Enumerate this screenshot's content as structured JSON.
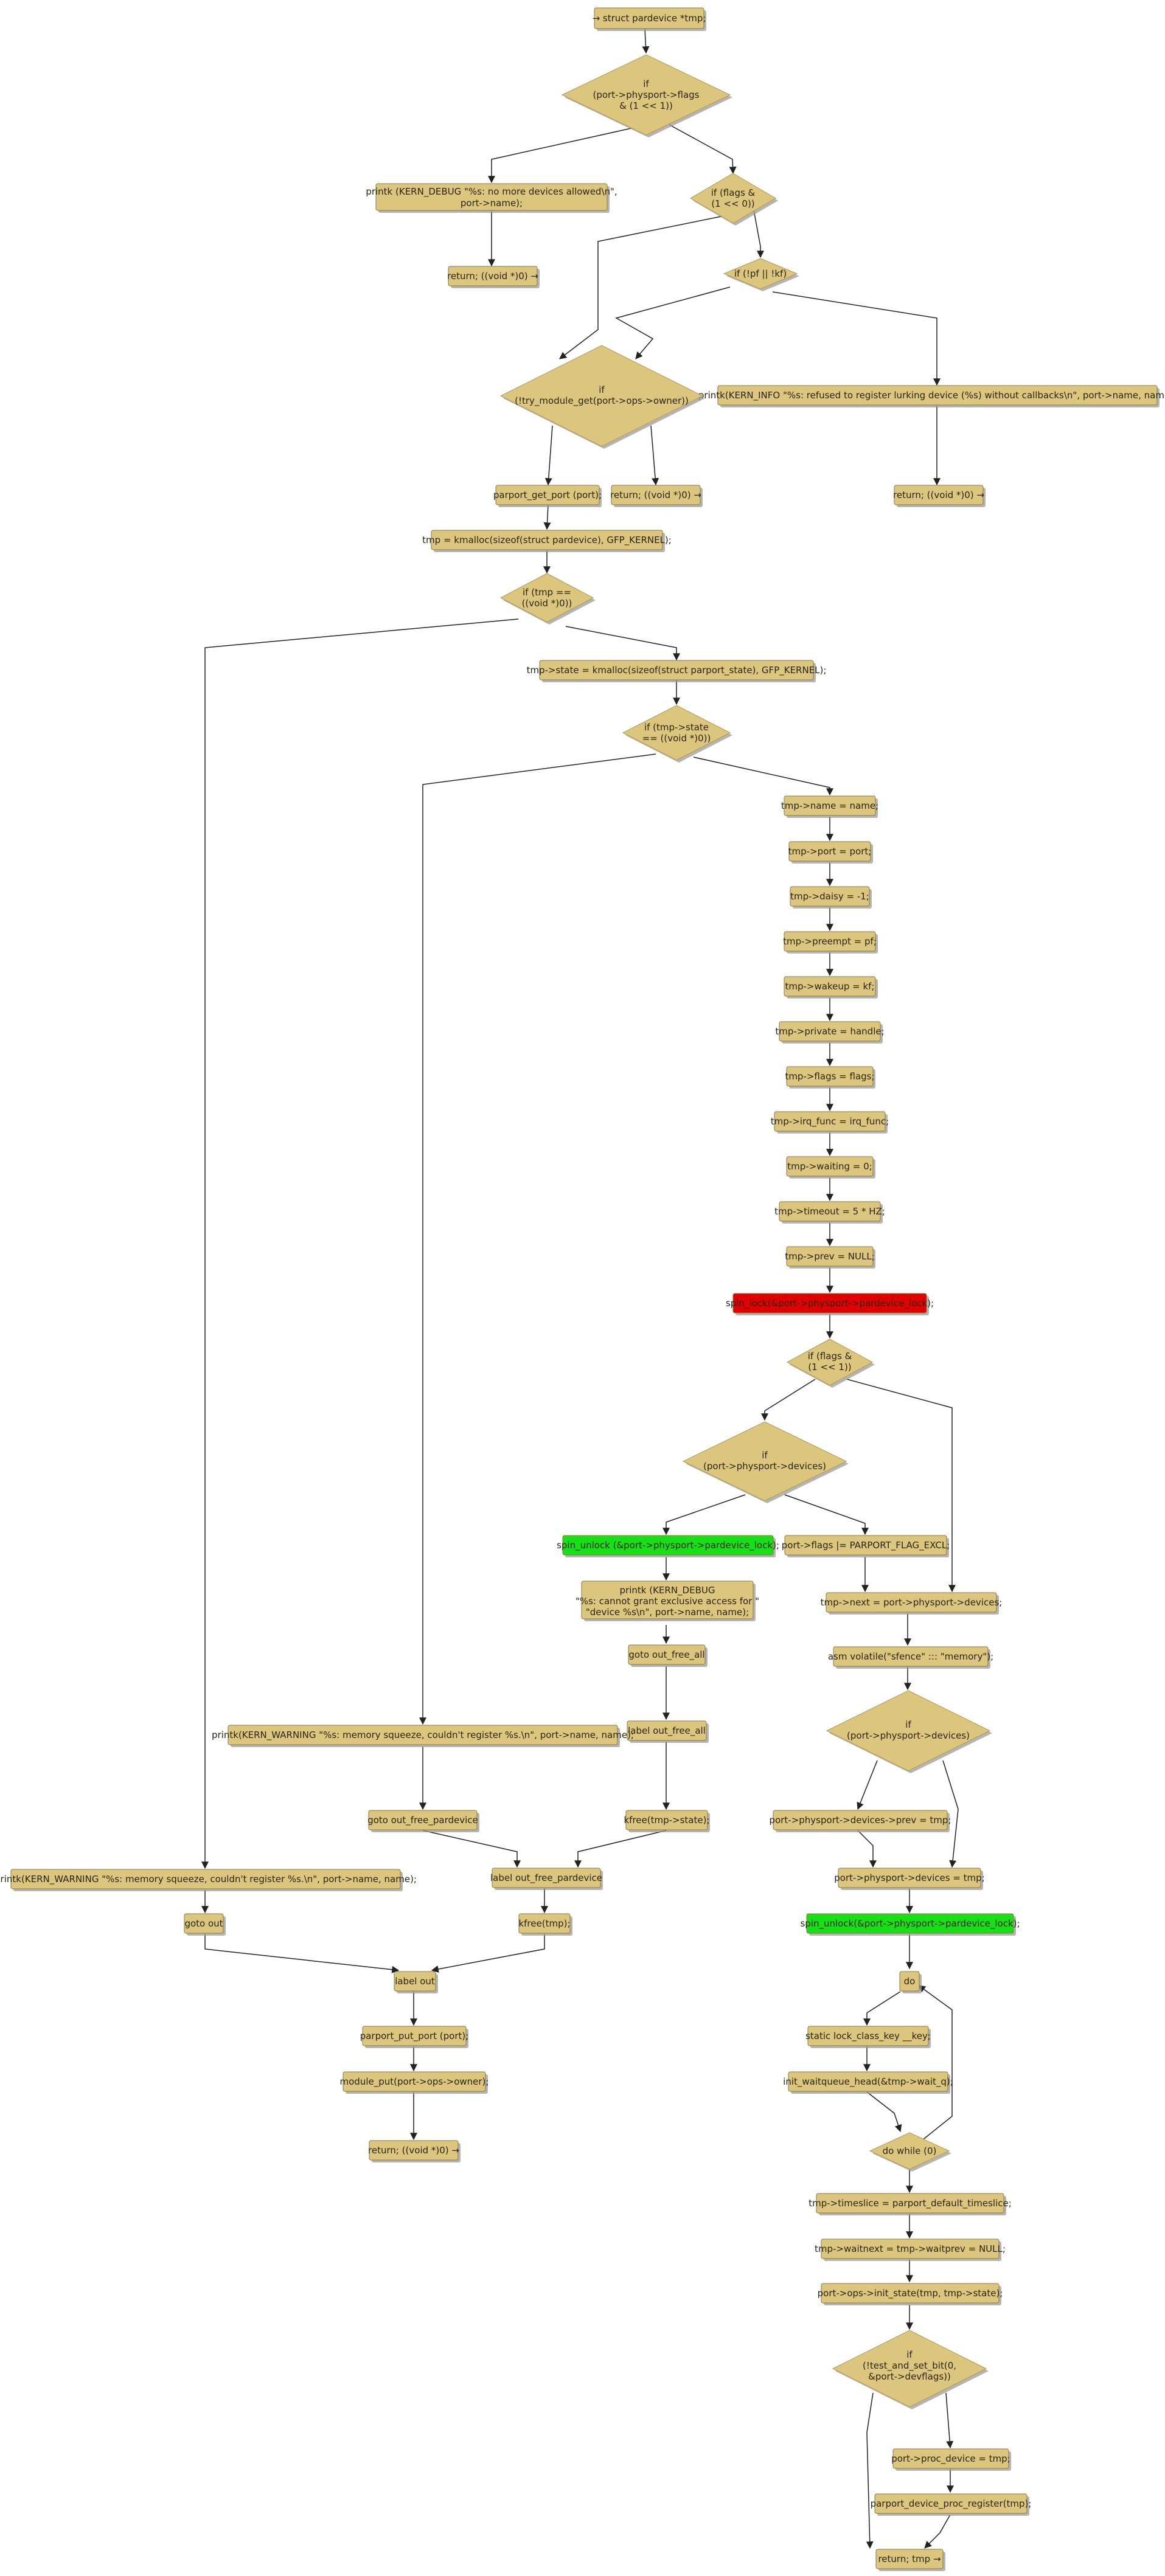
{
  "nodes": {
    "n1": "→ struct pardevice *tmp;",
    "d1": [
      "if",
      "(port->physport->flags",
      "& (1 << 1))"
    ],
    "n2": "printk (KERN_DEBUG \"%s: no more devices allowed\\n\",",
    "n2b": "port->name);",
    "n3": "return; ((void *)0) →",
    "d2": [
      "if (flags &",
      "(1 << 0))"
    ],
    "d3": "if (!pf || !kf)",
    "n4": "printk(KERN_INFO \"%s: refused to register lurking device (%s) without callbacks\\n\", port->name, name);",
    "n5": "return; ((void *)0) →",
    "d4": [
      "if",
      "(!try_module_get(port->ops->owner))"
    ],
    "n6": "parport_get_port (port);",
    "n7": "return; ((void *)0) →",
    "n8": "tmp = kmalloc(sizeof(struct pardevice), GFP_KERNEL);",
    "d5": [
      "if (tmp ==",
      "((void *)0))"
    ],
    "n9": "tmp->state = kmalloc(sizeof(struct parport_state), GFP_KERNEL);",
    "d6": [
      "if (tmp->state",
      "== ((void *)0))"
    ],
    "n10": "tmp->name = name;",
    "n11": "tmp->port = port;",
    "n12": "tmp->daisy = -1;",
    "n13": "tmp->preempt = pf;",
    "n14": "tmp->wakeup = kf;",
    "n15": "tmp->private = handle;",
    "n16": "tmp->flags = flags;",
    "n17": "tmp->irq_func = irq_func;",
    "n18": "tmp->waiting = 0;",
    "n19": "tmp->timeout = 5 * HZ;",
    "n20": "tmp->prev = NULL;",
    "n21": "spin_lock(&port->physport->pardevice_lock);",
    "d7": [
      "if (flags &",
      "(1 << 1))"
    ],
    "d8": [
      "if",
      "(port->physport->devices)"
    ],
    "n22": "spin_unlock (&port->physport->pardevice_lock);",
    "n23": "port->flags |= PARPORT_FLAG_EXCL;",
    "n24": [
      "printk (KERN_DEBUG",
      "\"%s: cannot grant exclusive access for \"",
      "\"device %s\\n\", port->name, name);"
    ],
    "n25": "goto out_free_all",
    "n26": "tmp->next = port->physport->devices;",
    "n27": "asm volatile(\"sfence\" ::: \"memory\");",
    "n28": "printk(KERN_WARNING \"%s: memory squeeze, couldn't register %s.\\n\", port->name, name);",
    "n29": "label out_free_all",
    "d9": [
      "if",
      "(port->physport->devices)"
    ],
    "n30": "goto out_free_pardevice",
    "n31": "kfree(tmp->state);",
    "n32": "port->physport->devices->prev = tmp;",
    "n33": "printk(KERN_WARNING \"%s: memory squeeze, couldn't register %s.\\n\", port->name, name);",
    "n34": "label out_free_pardevice",
    "n35": "port->physport->devices = tmp;",
    "n36": "goto out",
    "n37": "kfree(tmp);",
    "n38": "spin_unlock(&port->physport->pardevice_lock);",
    "n39": "label out",
    "n40": "do",
    "n41": "parport_put_port (port);",
    "n42": "static lock_class_key __key;",
    "n43": "module_put(port->ops->owner);",
    "n44": "init_waitqueue_head(&tmp->wait_q);",
    "n45": "return; ((void *)0) →",
    "d10": "do while (0)",
    "n46": "tmp->timeslice = parport_default_timeslice;",
    "n47": "tmp->waitnext = tmp->waitprev = NULL;",
    "n48": "port->ops->init_state(tmp, tmp->state);",
    "d11": [
      "if",
      "(!test_and_set_bit(0,",
      "&port->devflags))"
    ],
    "n49": "port->proc_device = tmp;",
    "n50": "parport_device_proc_register(tmp);",
    "n51": "return; tmp →"
  },
  "colors": {
    "node_fill": "#dcc67e",
    "lock_fill": "#e10000",
    "unlock_fill": "#17e017",
    "edge": "#222222"
  }
}
